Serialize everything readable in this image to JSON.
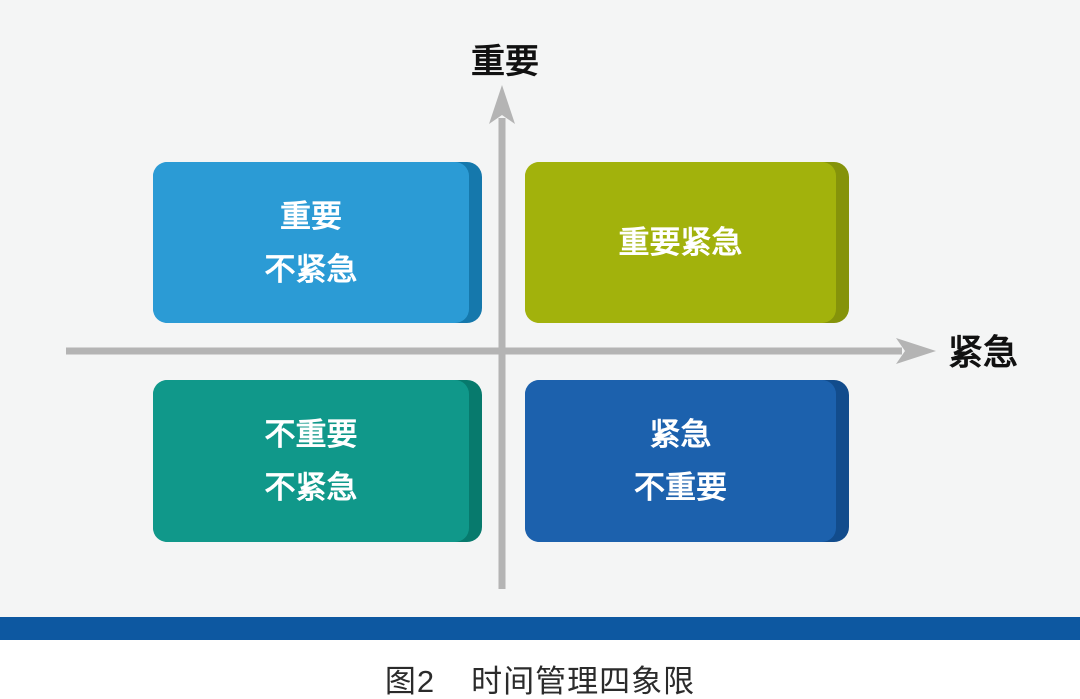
{
  "figure": {
    "axes": {
      "top_label": "重要",
      "right_label": "紧急",
      "line_color": "#B4B4B4"
    },
    "quadrants": [
      {
        "name": "important-not-urgent",
        "lines": [
          "重要",
          "不紧急"
        ],
        "face_color": "#2B9BD5",
        "edge_color": "#1578AC"
      },
      {
        "name": "important-urgent",
        "lines": [
          "重要紧急"
        ],
        "face_color": "#A2B20C",
        "edge_color": "#85930A"
      },
      {
        "name": "not-important-not-urgent",
        "lines": [
          "不重要",
          "不紧急"
        ],
        "face_color": "#10988A",
        "edge_color": "#077A6D"
      },
      {
        "name": "urgent-not-important",
        "lines": [
          "紧急",
          "不重要"
        ],
        "face_color": "#1C61AD",
        "edge_color": "#124C8C"
      }
    ],
    "caption": {
      "prefix": "图2",
      "label": "时间管理四象限"
    },
    "colors": {
      "background": "#F4F5F5",
      "bottom_bar": "#0D58A1",
      "quadrant_text": "#FFFFFF",
      "axis_label_text": "#111111",
      "caption_text": "#2B2B2B"
    }
  }
}
